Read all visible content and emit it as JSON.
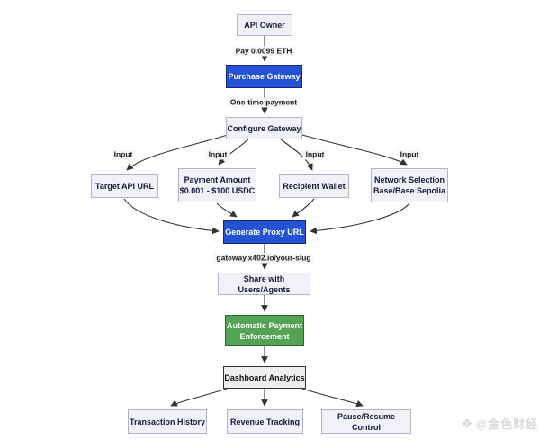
{
  "diagram": {
    "nodes": {
      "api_owner": {
        "label": "API Owner"
      },
      "purchase_gateway": {
        "label": "Purchase Gateway"
      },
      "configure_gateway": {
        "label": "Configure Gateway"
      },
      "target_api_url": {
        "label": "Target API URL"
      },
      "payment_amount": {
        "lines": [
          "Payment Amount",
          "$0.001 - $100 USDC"
        ]
      },
      "recipient_wallet": {
        "label": "Recipient Wallet"
      },
      "network_selection": {
        "lines": [
          "Network Selection",
          "Base/Base Sepolia"
        ]
      },
      "generate_proxy_url": {
        "label": "Generate Proxy URL"
      },
      "share_with_users": {
        "label": "Share with Users/Agents"
      },
      "automatic_payment": {
        "lines": [
          "Automatic Payment",
          "Enforcement"
        ]
      },
      "dashboard_analytics": {
        "label": "Dashboard Analytics"
      },
      "transaction_history": {
        "label": "Transaction History"
      },
      "revenue_tracking": {
        "label": "Revenue Tracking"
      },
      "pause_resume_control": {
        "label": "Pause/Resume Control"
      }
    },
    "edge_labels": {
      "pay_eth": "Pay 0.0099 ETH",
      "one_time_payment": "One-time payment",
      "inputs": [
        "Input",
        "Input",
        "Input",
        "Input"
      ],
      "proxy_url": "gateway.x402.io/your-slug"
    },
    "colors": {
      "blue_fill": "#2353d4",
      "blue_border": "#16247e",
      "green_fill": "#54a254",
      "green_border": "#2e6b2e",
      "light_node_fill": "#f1f1fa",
      "light_node_border": "#b3b3c6",
      "dashboard_fill": "#ededed",
      "dashboard_border": "#333333",
      "arrow": "#333333"
    }
  },
  "watermark": {
    "icon": "❖",
    "text": "@金色财经"
  }
}
